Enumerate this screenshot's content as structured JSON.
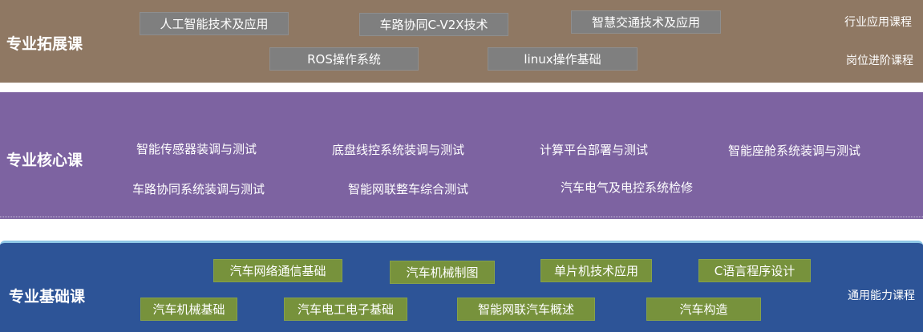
{
  "extension": {
    "title": "专业拓展课",
    "side_labels": [
      "行业应用课程",
      "岗位进阶课程"
    ],
    "courses": [
      "人工智能技术及应用",
      "车路协同C-V2X技术",
      "智慧交通技术及应用",
      "ROS操作系统",
      "linux操作基础"
    ]
  },
  "core": {
    "title": "专业核心课",
    "courses": [
      "智能传感器装调与测试",
      "底盘线控系统装调与测试",
      "计算平台部署与测试",
      "智能座舱系统装调与测试",
      "车路协同系统装调与测试",
      "智能网联整车综合测试",
      "汽车电气及电控系统检修"
    ]
  },
  "foundation": {
    "title": "专业基础课",
    "side_label": "通用能力课程",
    "courses": [
      "汽车网络通信基础",
      "汽车机械制图",
      "单片机技术应用",
      "C语言程序设计",
      "汽车机械基础",
      "汽车电工电子基础",
      "智能网联汽车概述",
      "汽车构造"
    ]
  },
  "colors": {
    "extension_band": "#8f7863",
    "core_band": "#7d63a1",
    "foundation_band": "#2d5497",
    "gray_chip": "#7f7f7f",
    "green_chip": "#77923c"
  }
}
